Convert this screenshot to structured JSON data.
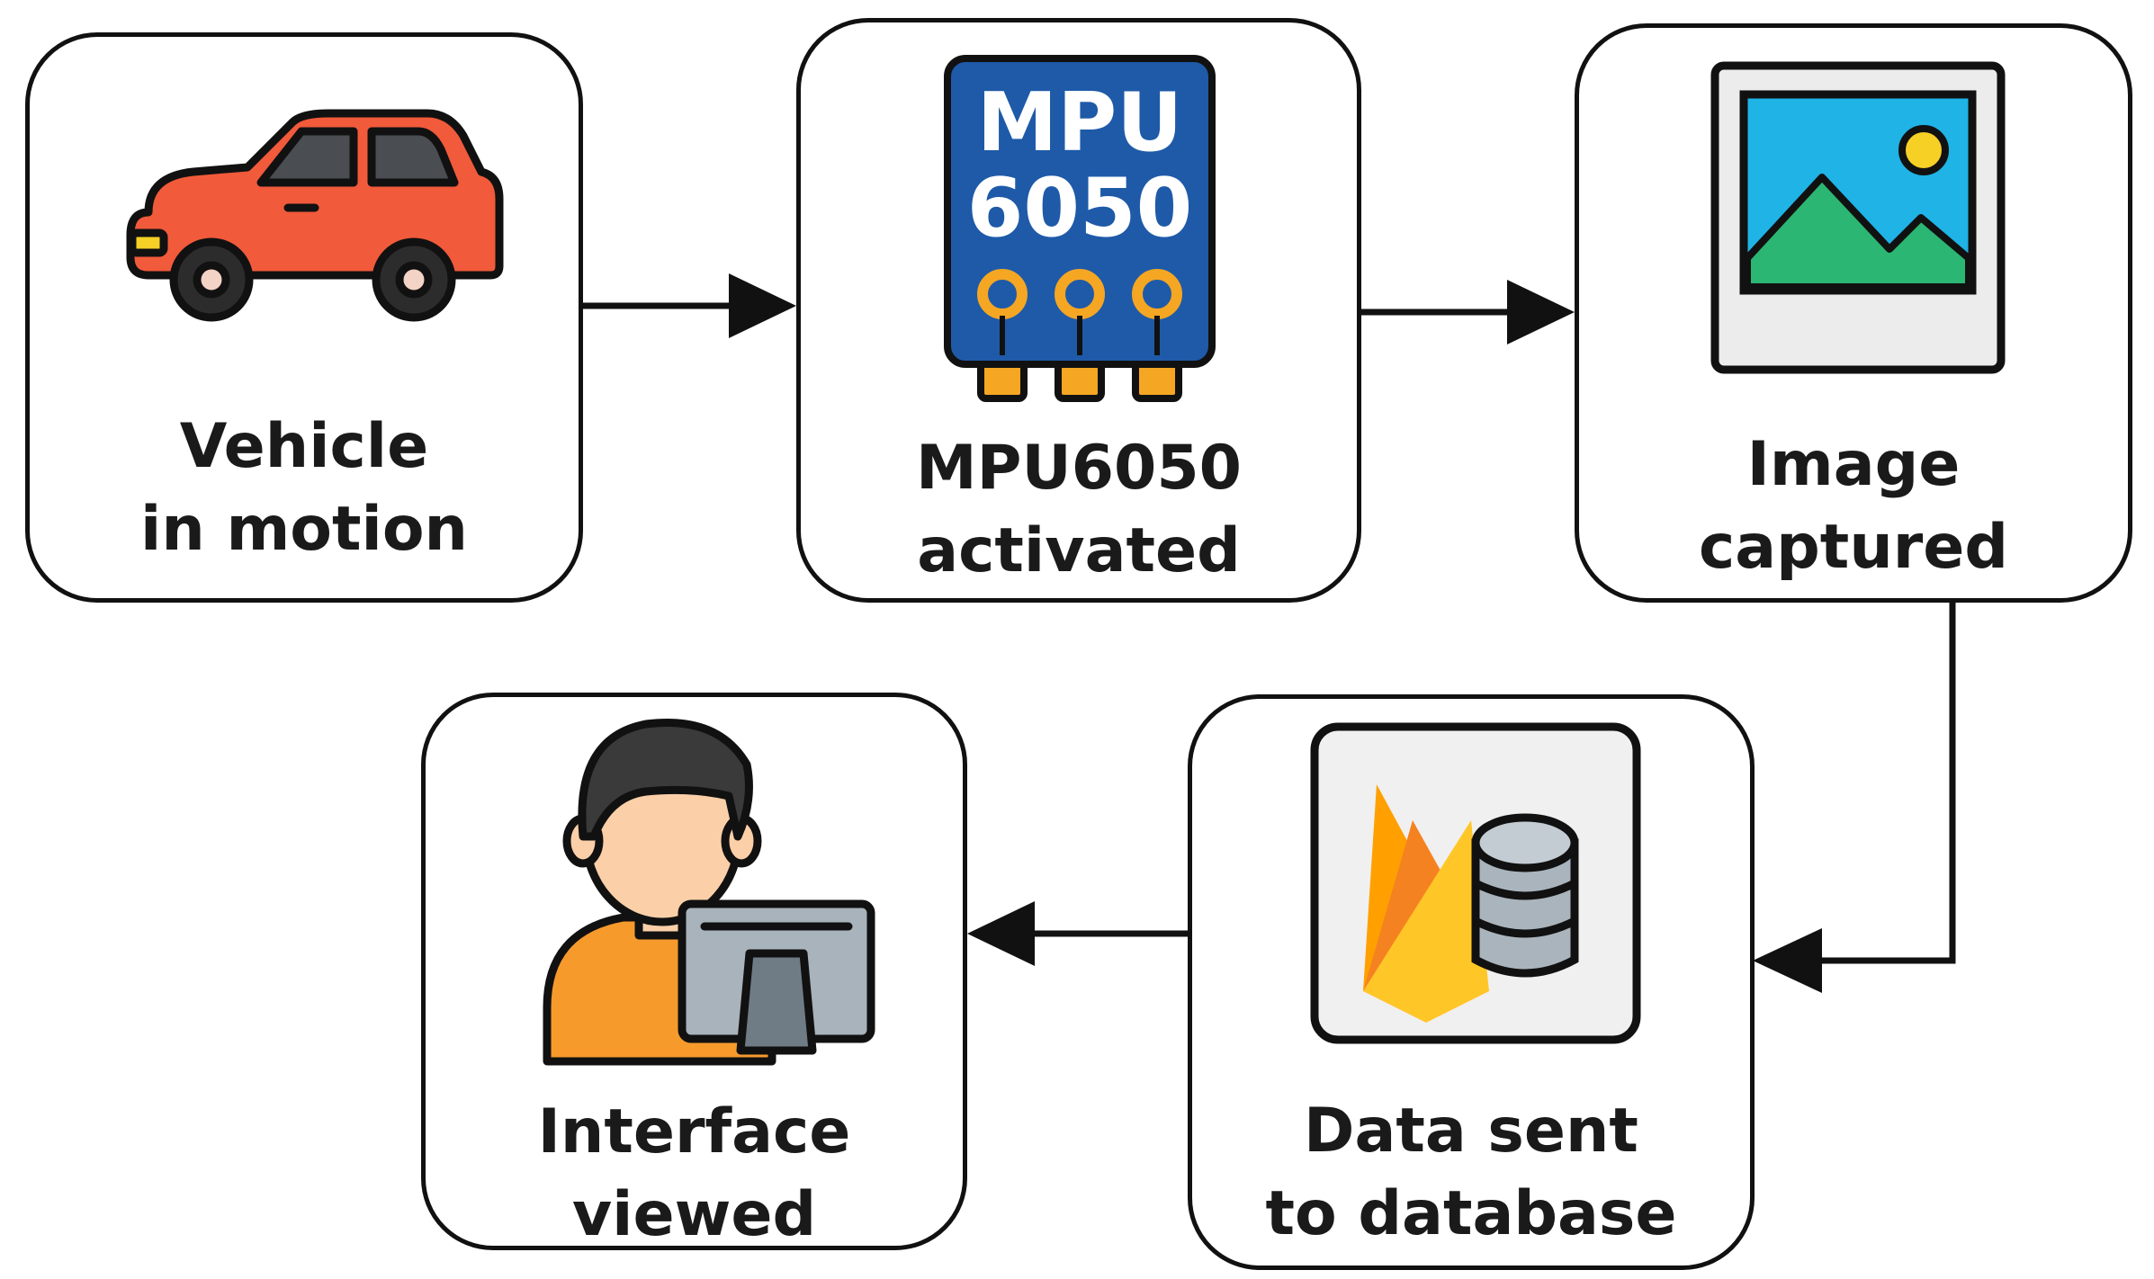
{
  "steps": [
    {
      "line1": "Vehicle",
      "line2": "in motion",
      "icon": "car-icon"
    },
    {
      "line1": "MPU6050",
      "line2": "activated",
      "icon": "mpu6050-chip-icon",
      "chip_text_1": "MPU",
      "chip_text_2": "6050"
    },
    {
      "line1": "Image",
      "line2": "captured",
      "icon": "image-photo-icon"
    },
    {
      "line1": "Data sent",
      "line2": "to database",
      "icon": "firebase-database-icon"
    },
    {
      "line1": "Interface",
      "line2": "viewed",
      "icon": "user-computer-icon"
    }
  ],
  "flow": [
    "Vehicle in motion",
    "MPU6050 activated",
    "Image captured",
    "Data sent to database",
    "Interface viewed"
  ],
  "colors": {
    "car": "#f15a3a",
    "chip": "#1e5aa8",
    "pin": "#f5a623",
    "sky": "#1fb3e6",
    "hill": "#2bb673",
    "sun": "#f7d026",
    "firebase_yellow": "#ffc627",
    "firebase_orange": "#f58220",
    "database": "#aab4bc",
    "person_shirt": "#f79a2c",
    "person_skin": "#fbcfa8",
    "person_hair": "#3a3a3a",
    "monitor": "#a8b3bb",
    "outline": "#111111"
  }
}
